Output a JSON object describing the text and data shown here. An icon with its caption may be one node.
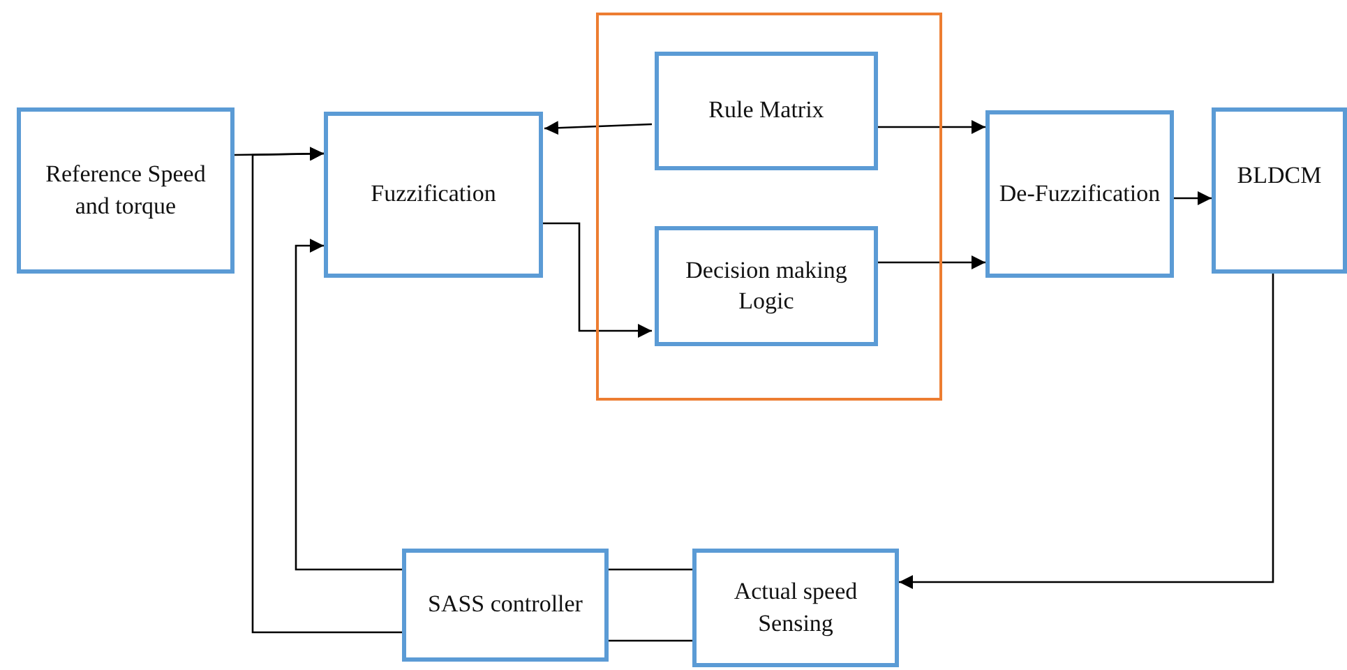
{
  "diagram": {
    "nodes": [
      {
        "text": [
          "Reference Speed and torque"
        ]
      },
      {
        "text": [
          "Fuzzification"
        ]
      },
      {
        "text": [],
        "shape": "box"
      },
      {
        "text": [
          "Rule Matrix"
        ],
        "in": 2
      },
      {
        "text": [
          "Decision making Logic"
        ],
        "in": 2
      },
      {
        "text": [
          "De-Fuzzification"
        ]
      },
      {
        "text": [
          "BLDCM"
        ]
      },
      {
        "text": [
          "SASS controller"
        ]
      },
      {
        "text": [
          "Actual speed Sensing"
        ]
      }
    ],
    "edges": [
      {
        "from": 0,
        "to": 1,
        "arrow": "to"
      },
      {
        "from": 3,
        "to": 1,
        "arrow": "to"
      },
      {
        "from": 1,
        "to": 4,
        "arrow": "to"
      },
      {
        "from": 3,
        "to": 5,
        "arrow": "to"
      },
      {
        "from": 4,
        "to": 5,
        "arrow": "to"
      },
      {
        "from": 5,
        "to": 6,
        "arrow": "to"
      },
      {
        "from": 6,
        "to": 8,
        "arrow": "to"
      },
      {
        "from": 8,
        "to": 7,
        "arrow": "none"
      },
      {
        "from": 8,
        "to": 7,
        "arrow": "none"
      },
      {
        "from": 7,
        "to": 1,
        "arrow": "to"
      },
      {
        "from": 7,
        "to": 1,
        "arrow": "to"
      }
    ]
  }
}
